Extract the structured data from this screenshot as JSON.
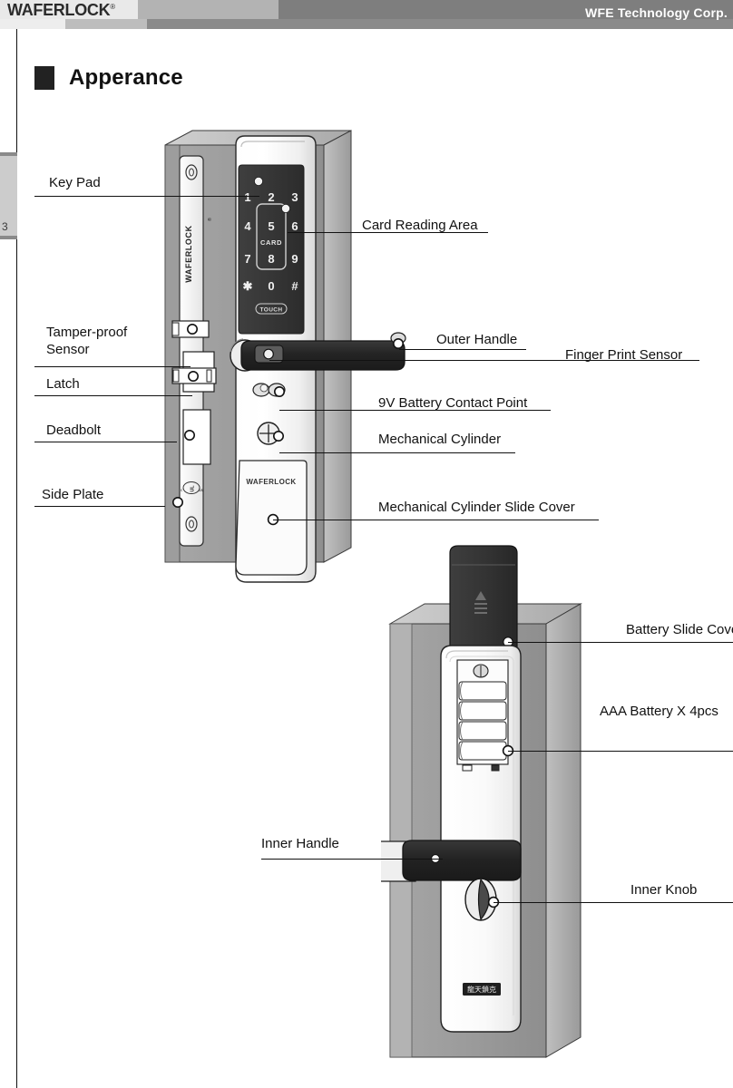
{
  "header": {
    "brand": "WAFERLOCK",
    "brand_mark": "®",
    "company": "WFE Technology Corp.",
    "band_colors": {
      "light": "#e9e9e9",
      "mid": "#b0b0b0",
      "dark": "#808080",
      "row2_left": "#ececec",
      "row2_mid": "#bdbdbd",
      "row2_dark": "#8a8a8a"
    }
  },
  "sidebar": {
    "page_number": "3",
    "tab_color": "#cccccc"
  },
  "section": {
    "title": "Apperance"
  },
  "top_diagram": {
    "keypad": {
      "keys": [
        "1",
        "2",
        "3",
        "4",
        "5",
        "6",
        "7",
        "8",
        "9",
        "*",
        "0",
        "#"
      ],
      "card_label": "CARD",
      "touch_badge": "TOUCH"
    },
    "side_plate_brand": "WAFERLOCK",
    "side_plate_mark": "®",
    "cover_brand": "WAFERLOCK",
    "cert_mark": "UL",
    "labels_left": [
      {
        "text": "Key Pad",
        "id": "key-pad"
      },
      {
        "text": "Tamper-proof",
        "text2": "Sensor",
        "id": "tamper-proof-sensor"
      },
      {
        "text": "Latch",
        "id": "latch"
      },
      {
        "text": "Deadbolt",
        "id": "deadbolt"
      },
      {
        "text": "Side Plate",
        "id": "side-plate"
      }
    ],
    "labels_right": [
      {
        "text": "Card Reading Area",
        "id": "card-reading-area"
      },
      {
        "text": "Outer Handle",
        "id": "outer-handle"
      },
      {
        "text": "Finger Print Sensor",
        "id": "finger-print-sensor"
      },
      {
        "text": "9V  Battery Contact Point",
        "id": "battery-contact-point"
      },
      {
        "text": "Mechanical Cylinder",
        "id": "mechanical-cylinder"
      },
      {
        "text": "Mechanical Cylinder Slide Cover",
        "id": "mechanical-cylinder-slide-cover"
      }
    ]
  },
  "bottom_diagram": {
    "inner_plate_badge": "龍天鎖克",
    "labels_right": [
      {
        "text": "Battery Slide Cover",
        "id": "battery-slide-cover"
      },
      {
        "text": "AAA Battery X 4pcs",
        "id": "aaa-battery"
      },
      {
        "text": "Inner Knob",
        "id": "inner-knob"
      }
    ],
    "labels_left": [
      {
        "text": "Inner Handle",
        "id": "inner-handle"
      }
    ]
  },
  "colors": {
    "door_light": "#b9b9b9",
    "door_mid": "#9c9c9c",
    "door_dark": "#8d8d8d",
    "keypad_black": "#3a3a3a",
    "handle_black": "#2a2a2a",
    "line": "#111111"
  }
}
